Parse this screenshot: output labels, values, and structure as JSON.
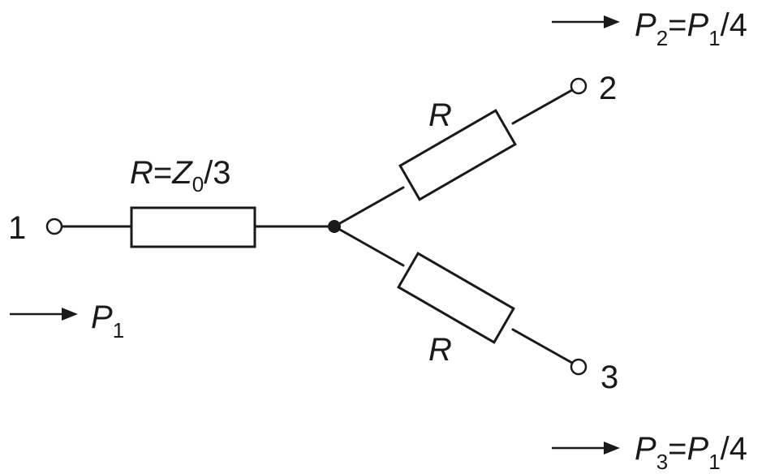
{
  "terminals": {
    "t1": "1",
    "t2": "2",
    "t3": "3"
  },
  "resistors": {
    "series": {
      "symbol": "R",
      "eq": "=",
      "z": "Z",
      "z_sub": "0",
      "rest": "/3"
    },
    "upper": "R",
    "lower": "R"
  },
  "powers": {
    "p1": {
      "base": "P",
      "sub": "1"
    },
    "p2": {
      "base": "P",
      "sub": "2",
      "eq": "=",
      "rhs_base": "P",
      "rhs_sub": "1",
      "rhs_rest": "/4"
    },
    "p3": {
      "base": "P",
      "sub": "3",
      "eq": "=",
      "rhs_base": "P",
      "rhs_sub": "1",
      "rhs_rest": "/4"
    }
  },
  "colors": {
    "ink": "#1a1a1a",
    "background": "#ffffff"
  }
}
